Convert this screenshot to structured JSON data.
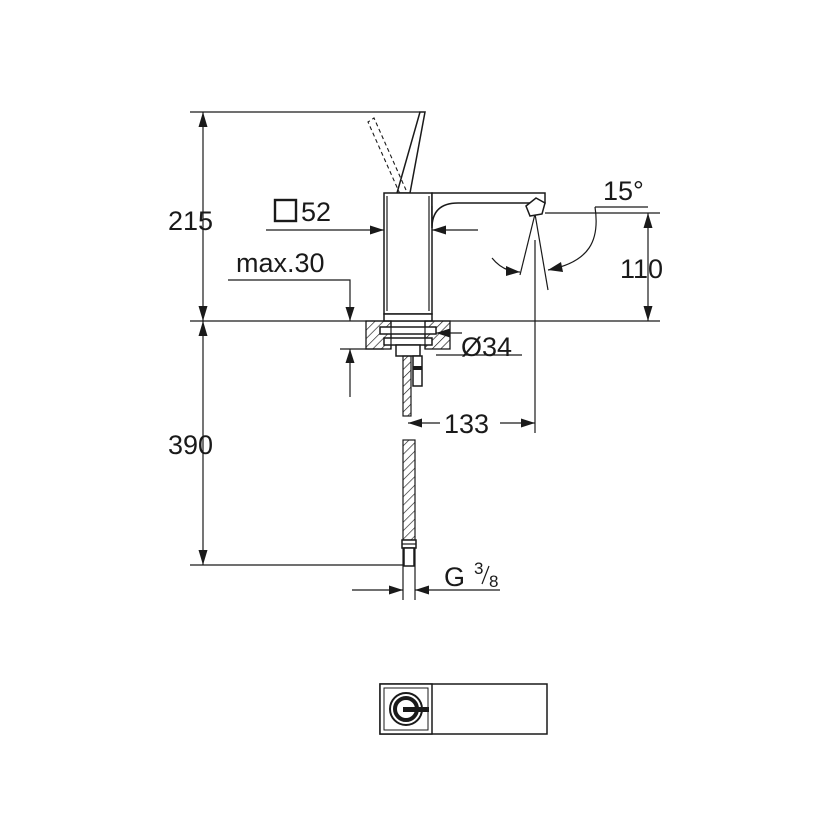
{
  "dimensions": {
    "total_height": "215",
    "body_square": "52",
    "max_deck": "max.30",
    "angle": "15°",
    "spout_height": "110",
    "hole_diameter": "Ø34",
    "spout_reach": "133",
    "hose_length": "390",
    "connection_prefix": "G",
    "connection_num": "3",
    "connection_den": "8"
  },
  "colors": {
    "line": "#1a1a1a",
    "background": "#ffffff"
  }
}
